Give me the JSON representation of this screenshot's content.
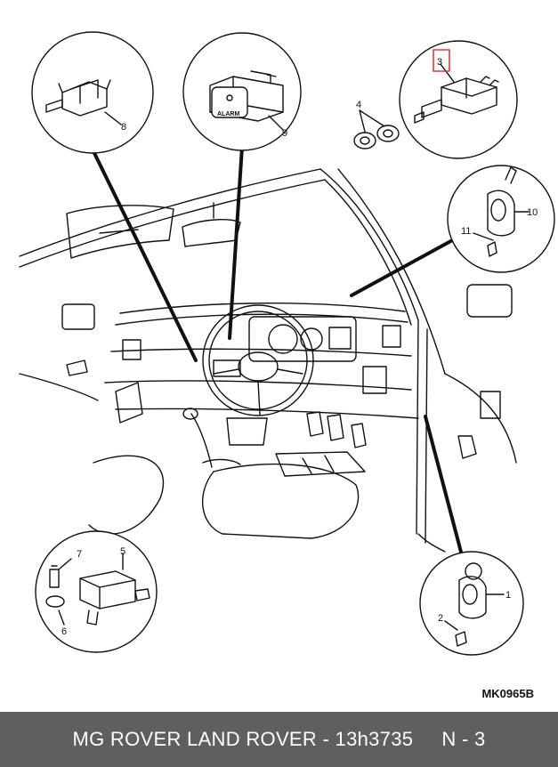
{
  "diagram": {
    "code": "MK0965B",
    "part_numbers": [
      "1",
      "2",
      "3",
      "4",
      "5",
      "6",
      "7",
      "8",
      "9",
      "10",
      "11"
    ],
    "button_text": "ALARM",
    "highlight_color": "#e53935"
  },
  "footer": {
    "text": "MG ROVER LAND ROVER - 13h3735     N - 3"
  }
}
